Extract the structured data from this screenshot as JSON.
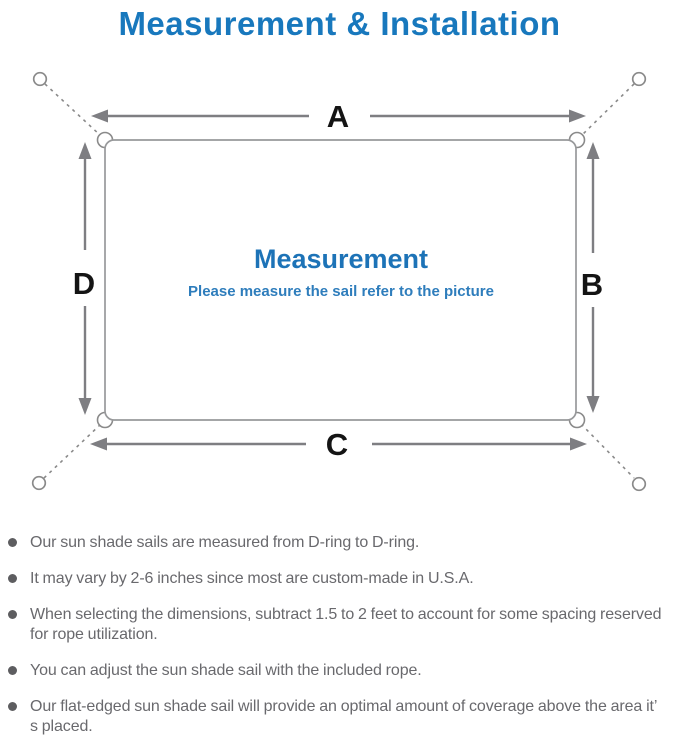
{
  "title": "Measurement & Installation",
  "diagram": {
    "side_labels": {
      "top": "A",
      "right": "B",
      "bottom": "C",
      "left": "D"
    },
    "center_title": "Measurement",
    "center_subtitle": "Please measure the sail refer to the picture"
  },
  "notes": [
    "Our sun shade sails are measured from D-ring to D-ring.",
    "It may vary by 2-6 inches since most are custom-made in U.S.A.",
    "When selecting the dimensions, subtract 1.5 to 2 feet to account for some spacing reserved for rope utilization.",
    "You can adjust the sun shade sail with the included rope.",
    "Our flat-edged sun shade sail will provide an optimal amount of coverage above the area it’ s placed."
  ],
  "colors": {
    "title_blue": "#1878bd",
    "center_blue": "#1d73b7",
    "subtitle_blue": "#2e7dbc",
    "label_black": "#141414",
    "line_gray": "#7e7e82",
    "outline_gray": "#98999b",
    "text_gray": "#69696d"
  }
}
